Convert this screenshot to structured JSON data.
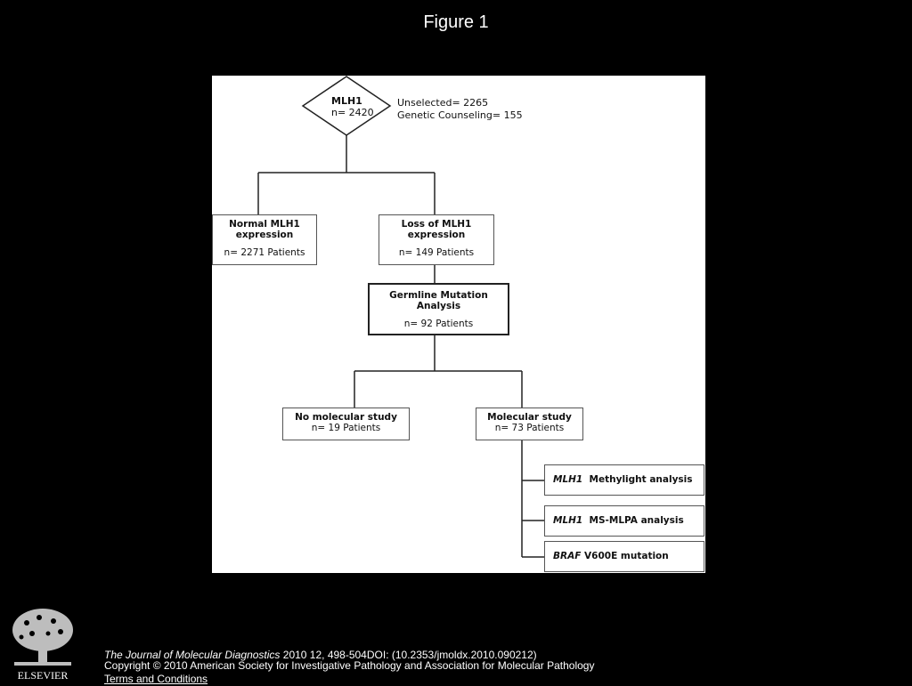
{
  "slide_title": "Figure 1",
  "flowchart": {
    "root": {
      "line1": "MLH1",
      "line2": "n= 2420"
    },
    "side_note": {
      "line1": "Unselected= 2265",
      "line2": "Genetic Counseling= 155"
    },
    "normal": {
      "title_line1": "Normal MLH1",
      "title_line2": "expression",
      "count": "n= 2271 Patients"
    },
    "loss": {
      "title_line1": "Loss of  MLH1",
      "title_line2": "expression",
      "count": "n= 149 Patients"
    },
    "germline": {
      "title_line1": "Germline Mutation",
      "title_line2": "Analysis",
      "count": "n= 92 Patients"
    },
    "no_molecular": {
      "title": "No molecular study",
      "count": "n= 19 Patients"
    },
    "molecular": {
      "title": "Molecular study",
      "count": "n= 73 Patients"
    },
    "methods": [
      {
        "gene": "MLH1",
        "rest": "  Methylight analysis"
      },
      {
        "gene": "MLH1",
        "rest": "  MS-MLPA analysis"
      },
      {
        "gene": "BRAF",
        "rest": " V600E mutation"
      }
    ]
  },
  "footer": {
    "publisher": "ELSEVIER",
    "journal": "The Journal of Molecular Diagnostics",
    "citation": " 2010 12, 498-504DOI: (10.2353/jmoldx.2010.090212)",
    "copyright": "Copyright © 2010 American Society for Investigative Pathology and Association for Molecular Pathology",
    "terms": "Terms and Conditions"
  }
}
